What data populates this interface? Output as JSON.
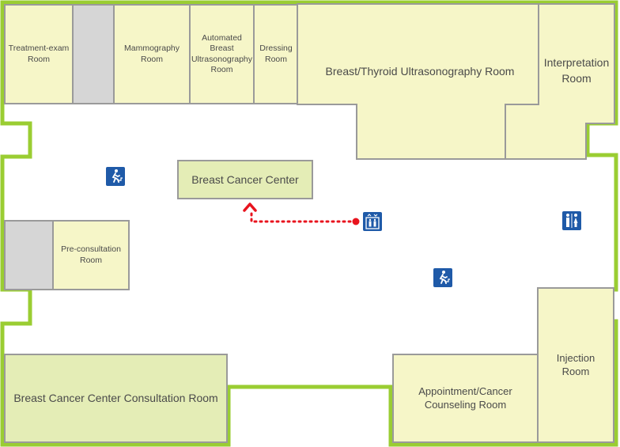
{
  "rooms": {
    "treatment_exam": "Treatment-exam\nRoom",
    "mammography": "Mammography\nRoom",
    "abus": "Automated\nBreast\nUltrasonography\nRoom",
    "dressing": "Dressing\nRoom",
    "breast_thyroid_us": "Breast/Thyroid Ultrasonography Room",
    "interpretation": "Interpretation\nRoom",
    "pre_consultation": "Pre-consultation\nRoom",
    "consultation": "Breast Cancer Center Consultation Room",
    "appointment": "Appointment/Cancer\nCounseling Room",
    "injection": "Injection\nRoom"
  },
  "landmark": {
    "breast_cancer_center": "Breast Cancer Center"
  },
  "icons": {
    "exit_1": "emergency-exit-icon",
    "exit_2": "emergency-exit-icon",
    "elevator": "elevator-icon",
    "restroom": "restroom-icon"
  },
  "colors": {
    "wall": "#9acd32",
    "room_fill": "#f6f6c8",
    "highlight_fill": "#e4edb6",
    "icon_blue": "#1f5aa8",
    "route": "#e8141e"
  }
}
